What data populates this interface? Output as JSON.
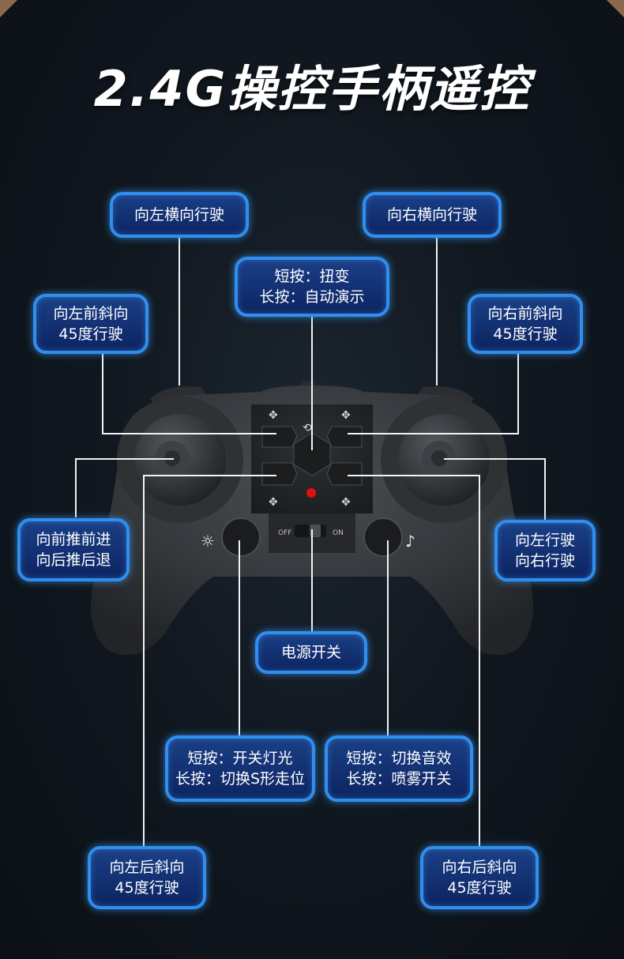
{
  "title": "2.4G操控手柄遥控",
  "labels": {
    "left_lateral": "向左横向行驶",
    "right_lateral": "向右横向行驶",
    "center_top": [
      "短按：扭变",
      "长按：自动演示"
    ],
    "left_front_diag": [
      "向左前斜向",
      "45度行驶"
    ],
    "right_front_diag": [
      "向右前斜向",
      "45度行驶"
    ],
    "left_stick": [
      "向前推前进",
      "向后推后退"
    ],
    "right_stick": [
      "向左行驶",
      "向右行驶"
    ],
    "power": "电源开关",
    "light": [
      "短按：开关灯光",
      "长按：切换S形走位"
    ],
    "sound": [
      "短按：切换音效",
      "长按：喷雾开关"
    ],
    "left_rear_diag": [
      "向左后斜向",
      "45度行驶"
    ],
    "right_rear_diag": [
      "向右后斜向",
      "45度行驶"
    ]
  },
  "controller": {
    "switch_off": "OFF",
    "switch_on": "ON"
  },
  "colors": {
    "label_border": "#2f8ef0",
    "label_fill": "#1a3f86",
    "controller_body": "#3a3d41",
    "led": "#e01010"
  },
  "icons": [
    "car-icon",
    "motion-icon",
    "bulb-icon",
    "music-icon"
  ]
}
